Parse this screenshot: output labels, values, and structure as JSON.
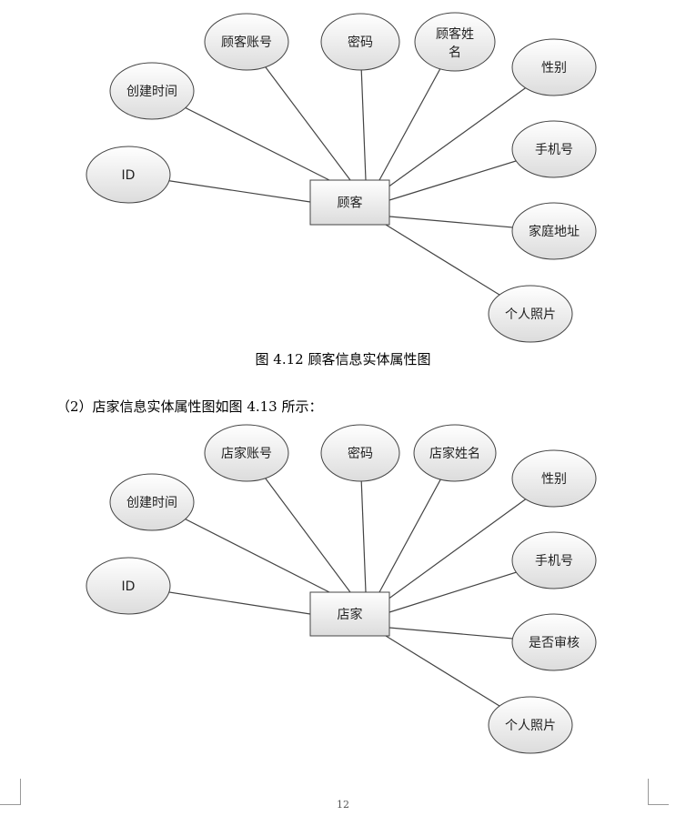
{
  "diagram1": {
    "entity": "顾客",
    "attributes": [
      "顾客账号",
      "密码",
      "顾客姓名",
      "性别",
      "手机号",
      "家庭地址",
      "个人照片",
      "创建时间",
      "ID"
    ]
  },
  "caption1": "图 4.12  顾客信息实体属性图",
  "paragraph": "（2）店家信息实体属性图如图 4.13 所示：",
  "diagram2": {
    "entity": "店家",
    "attributes": [
      "店家账号",
      "密码",
      "店家姓名",
      "性别",
      "手机号",
      "是否审核",
      "个人照片",
      "创建时间",
      "ID"
    ]
  },
  "page_number": "12",
  "colors": {
    "ellipse_top": "#ffffff",
    "ellipse_bottom": "#dcdcdc",
    "stroke": "#444444"
  }
}
